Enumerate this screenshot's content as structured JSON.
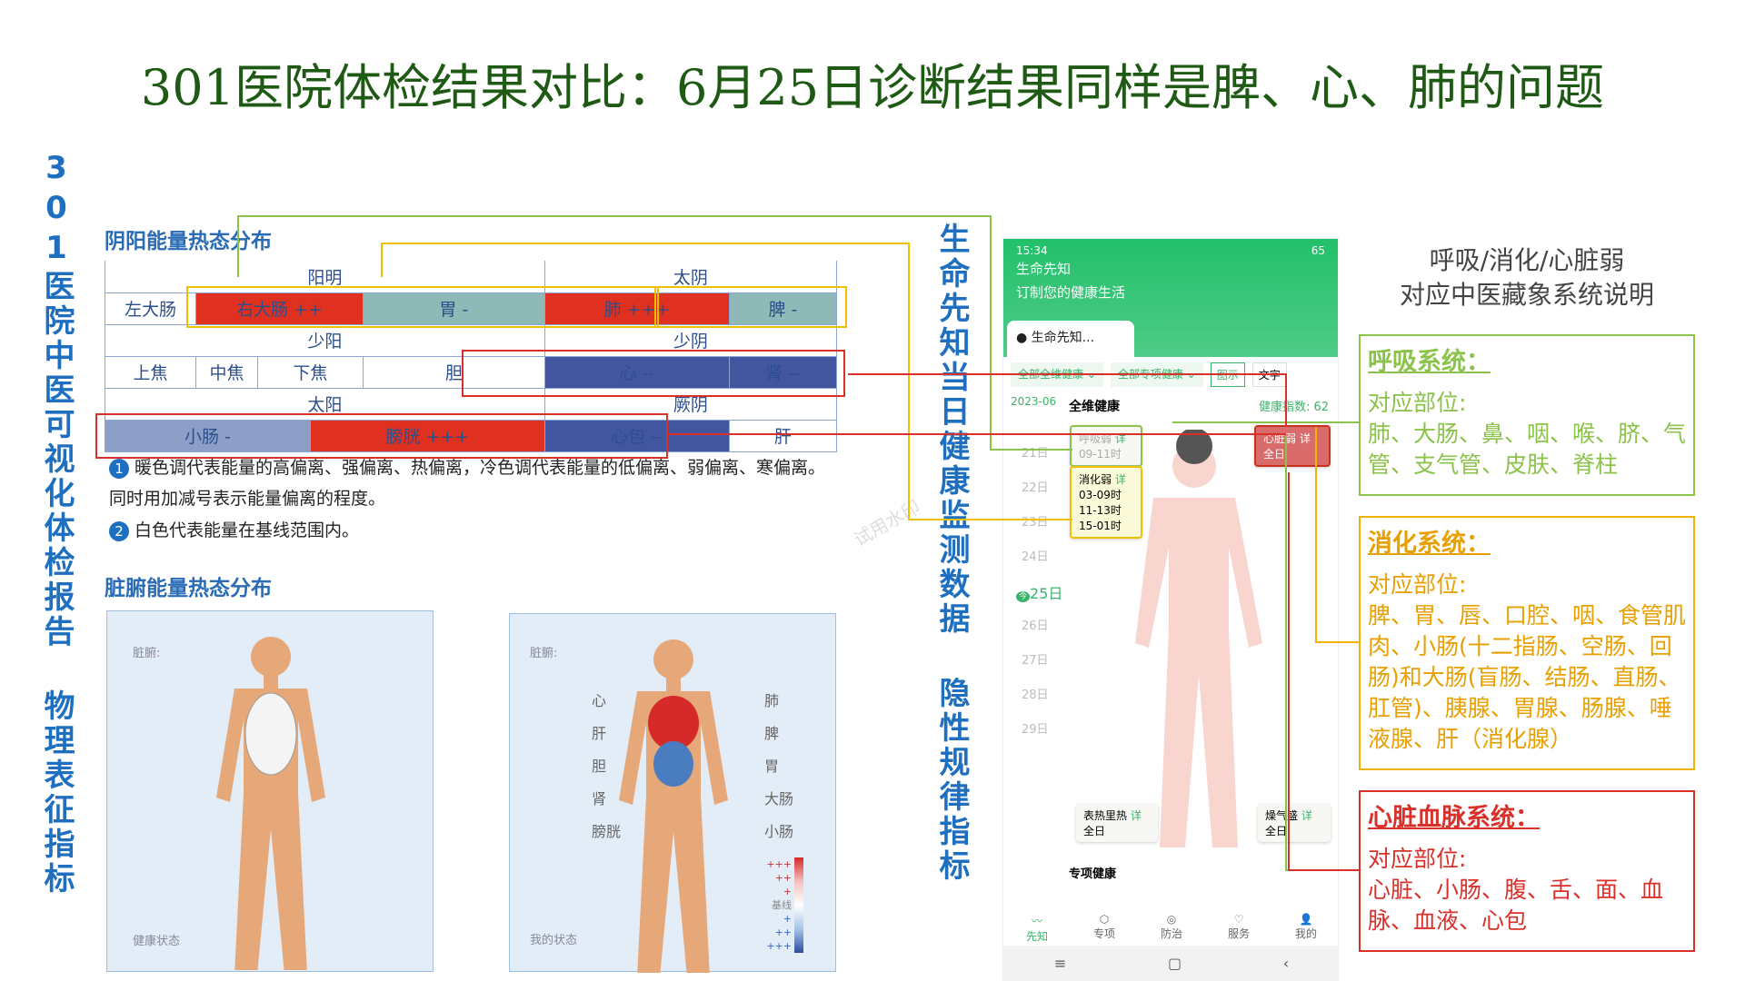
{
  "title": "301医院体检结果对比：6月25日诊断结果同样是脾、心、肺的问题",
  "left_vertical": "301医院中医可视化体检报告 物理表征指标",
  "mid_vertical": "生命先知当日健康监测数据 隐性规律指标",
  "yinyang": {
    "heading": "阴阳能量热态分布",
    "row_headers": [
      "阳明",
      "太阴",
      "少阳",
      "少阴",
      "太阳",
      "厥阴"
    ],
    "row1": [
      "左大肠",
      "右大肠 ++",
      "胃 -",
      "肺 +++",
      "脾 -"
    ],
    "row2": [
      "上焦",
      "中焦",
      "下焦",
      "胆",
      "心 --",
      "肾 --"
    ],
    "row3": [
      "小肠 -",
      "膀胱 +++",
      "心包 --",
      "肝"
    ],
    "notes": [
      "暖色调代表能量的高偏离、强偏离、热偏离，冷色调代表能量的低偏离、弱偏离、寒偏离。同时用加减号表示能量偏离的程度。",
      "白色代表能量在基线范围内。"
    ],
    "note_nums": [
      "1",
      "2"
    ]
  },
  "zangfu": {
    "heading": "脏腑能量热态分布",
    "left_label": "脏腑:",
    "left_caption": "健康状态",
    "right_label": "脏腑:",
    "right_caption": "我的状态",
    "organs_left": [
      "心",
      "肝",
      "胆",
      "肾",
      "膀胱"
    ],
    "organs_right": [
      "肺",
      "脾",
      "胃",
      "大肠",
      "小肠"
    ],
    "legend": [
      "+++",
      "++",
      "+",
      "基线",
      "+",
      "++",
      "+++"
    ]
  },
  "watermark": "试用水印",
  "phone": {
    "time": "15:34",
    "battery": "65",
    "app": "生命先知",
    "slogan": "订制您的健康生活",
    "user": "生命先知...",
    "filter1": "全部全维健康",
    "filter2": "全部专项健康",
    "view_tabs": [
      "图示",
      "文字"
    ],
    "month": "2023-06",
    "section": "全维健康",
    "index": "健康指数: 62",
    "days": [
      "21日",
      "22日",
      "23日",
      "24日",
      "25日",
      "26日",
      "27日",
      "28日",
      "29日"
    ],
    "today_badge": "今",
    "cards": {
      "breath": {
        "title": "呼吸弱",
        "detail": "详",
        "time": "09-11时"
      },
      "digest": {
        "title": "消化弱",
        "detail": "详",
        "times": [
          "03-09时",
          "11-13时",
          "15-01时"
        ]
      },
      "heart": {
        "title": "心脏弱",
        "detail": "详",
        "time": "全日"
      },
      "heat": {
        "title": "表热里热",
        "detail": "详",
        "time": "全日"
      },
      "dry": {
        "title": "燥气盛",
        "detail": "详",
        "time": "全日"
      }
    },
    "special": "专项健康",
    "nav": [
      "先知",
      "专项",
      "防治",
      "服务",
      "我的"
    ]
  },
  "right": {
    "heading": "呼吸/消化/心脏弱\n对应中医藏象系统说明",
    "resp": {
      "title": "呼吸系统：",
      "label": "对应部位:",
      "text": "肺、大肠、鼻、咽、喉、脐、气管、支气管、皮肤、脊柱"
    },
    "dig": {
      "title": "消化系统：",
      "label": "对应部位:",
      "text": "脾、胃、唇、口腔、咽、食管肌肉、小肠(十二指肠、空肠、回肠)和大肠(盲肠、结肠、直肠、肛管)、胰腺、胃腺、肠腺、唾液腺、肝（消化腺）"
    },
    "heart": {
      "title": "心脏血脉系统：",
      "label": "对应部位:",
      "text": "心脏、小肠、腹、舌、面、血脉、血液、心包"
    }
  },
  "colors": {
    "title": "#1e5a14",
    "blue": "#1f6fc1",
    "green": "#8bc34a",
    "yellow": "#f0b400",
    "red": "#d9302a"
  }
}
